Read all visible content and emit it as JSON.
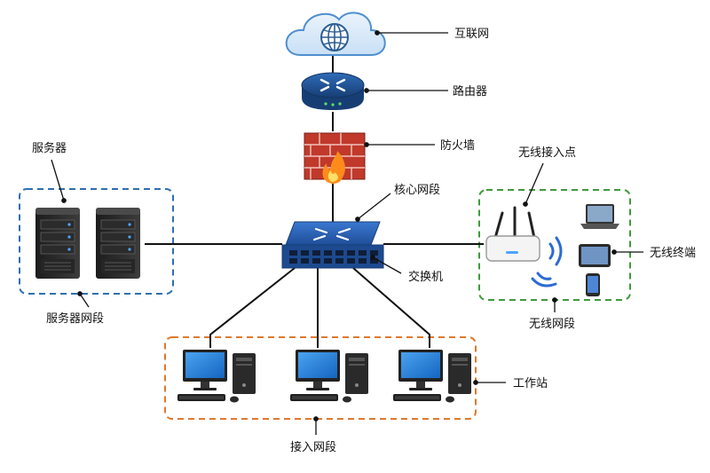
{
  "labels": {
    "internet": "互联网",
    "router": "路由器",
    "firewall": "防火墙",
    "core_segment": "核心网段",
    "switch": "交换机",
    "servers": "服务器",
    "server_segment": "服务器网段",
    "access_point": "无线接入点",
    "wireless_terminals": "无线终端",
    "wireless_segment": "无线网段",
    "workstations": "工作站",
    "access_segment": "接入网段"
  },
  "colors": {
    "server_zone": "#2f6fb3",
    "wireless_zone": "#3e9a3e",
    "access_zone": "#e0782a",
    "switch_blue": "#1f4e99",
    "router_blue": "#1d4f8f",
    "firewall_red": "#c0392b",
    "cloud_blue": "#6aa8e0"
  },
  "icons": [
    "cloud-globe-icon",
    "router-icon",
    "firewall-icon",
    "switch-icon",
    "server-icon",
    "access-point-icon",
    "laptop-icon",
    "tablet-icon",
    "smartphone-icon",
    "workstation-icon"
  ]
}
